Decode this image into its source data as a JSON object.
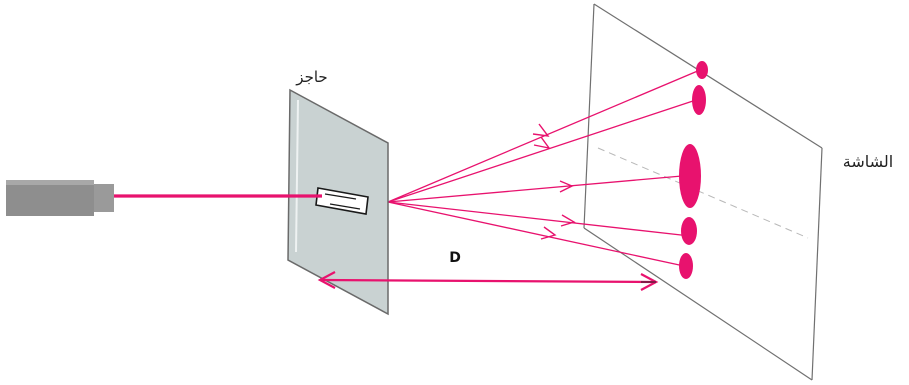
{
  "labels": {
    "barrier": "حاجز",
    "screen": "الشاشة",
    "distance": "D"
  },
  "colors": {
    "laser": "#e8126e",
    "fringe": "#e8126e",
    "barrier_fill": "#c9d2d2",
    "barrier_edge": "#6a6a6a",
    "screen_edge": "#707070",
    "source_body": "#8e8e8e",
    "axis_dash": "#b8b8b8"
  },
  "icons": {
    "source": "laser-source-icon",
    "slit": "slit-icon"
  }
}
